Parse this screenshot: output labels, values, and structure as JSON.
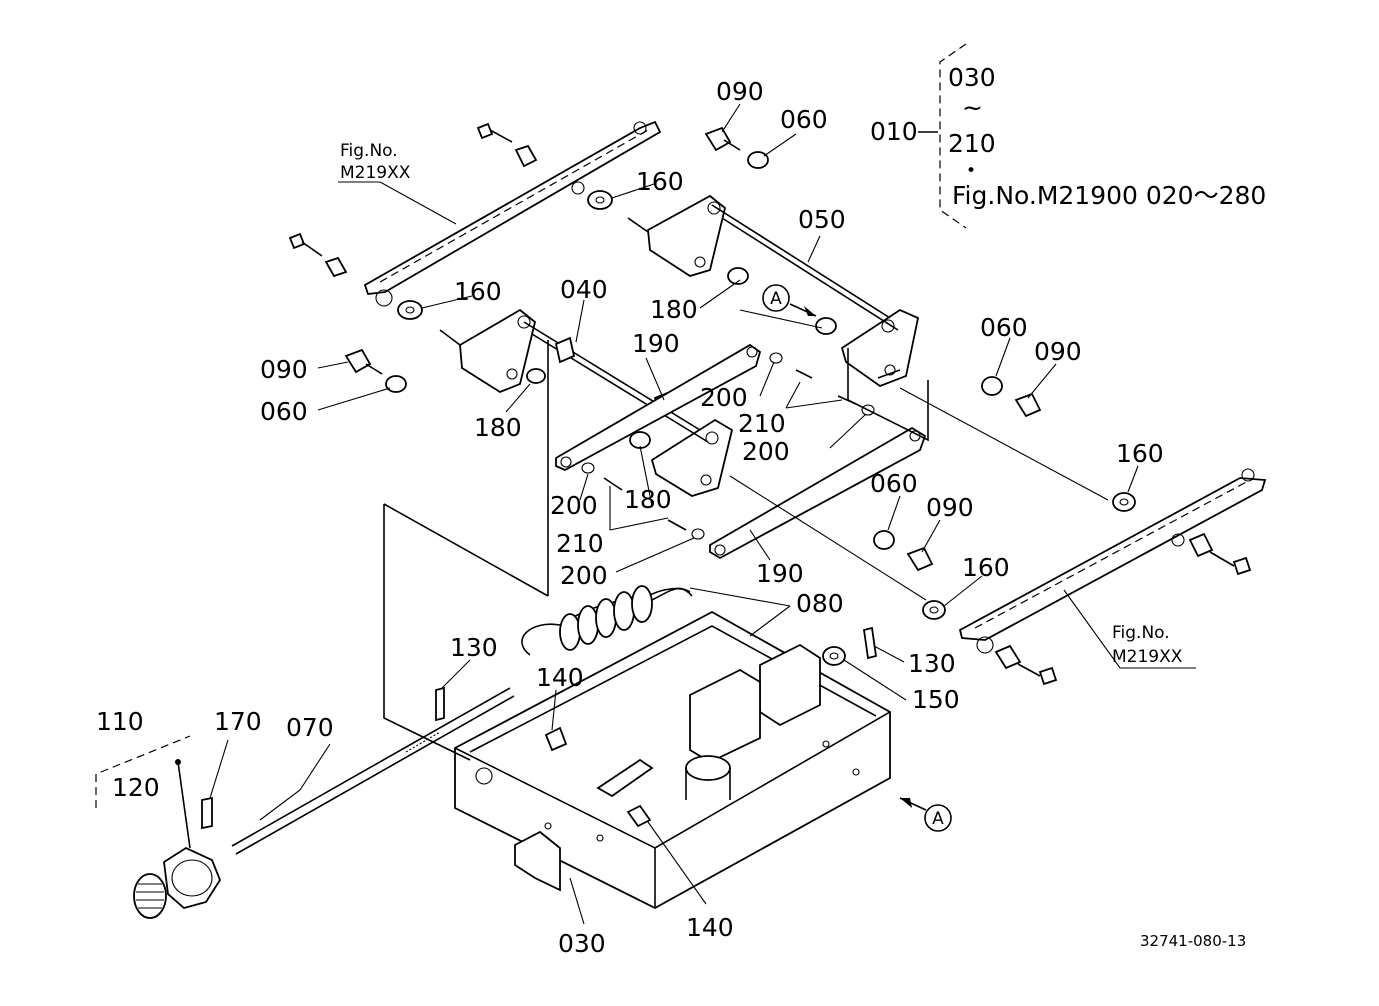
{
  "labels": {
    "p010": "010",
    "p030_top": "030",
    "tilde": "~",
    "p210_top": "210",
    "dot": "•",
    "fig_ref": "Fig.No.M21900  020～280",
    "p090_a": "090",
    "p060_a": "060",
    "p160_a": "160",
    "p050": "050",
    "p160_b": "160",
    "p040": "040",
    "p180_a": "180",
    "p190_a": "190",
    "p090_b": "090",
    "p060_b": "060",
    "p180_b": "180",
    "p200_a": "200",
    "p210_a": "210",
    "p060_c": "060",
    "p090_c": "090",
    "p200_b": "200",
    "p160_c": "160",
    "p180_c": "180",
    "p200_c": "200",
    "p210_b": "210",
    "p200_d": "200",
    "p060_d": "060",
    "p090_d": "090",
    "p190_b": "190",
    "p160_d": "160",
    "p080": "080",
    "p130_a": "130",
    "p130_b": "130",
    "p140_a": "140",
    "p150": "150",
    "p110": "110",
    "p170": "170",
    "p070": "070",
    "p120": "120",
    "p140_b": "140",
    "p030_bottom": "030",
    "fig_a_line1": "Fig.No.",
    "fig_a_line2": "M219XX",
    "fig_b_line1": "Fig.No.",
    "fig_b_line2": "M219XX",
    "marker_a_top": "A",
    "marker_a_bottom": "A",
    "drawing_no": "32741-080-13"
  }
}
